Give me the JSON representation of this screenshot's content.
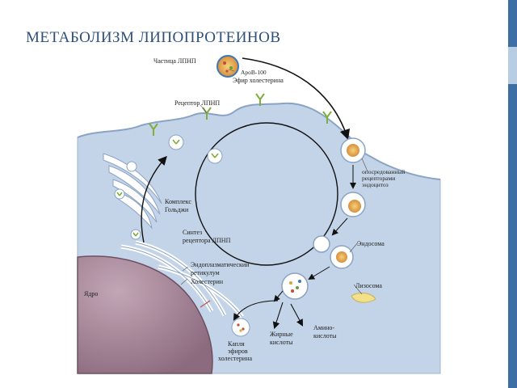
{
  "slide": {
    "title": "МЕТАБОЛИЗМ ЛИПОПРОТЕИНОВ"
  },
  "labels": {
    "ldl_particle": "Частица ЛПНП",
    "apob100": "ApoB-100",
    "cholesterol_ester": "Эфир холестерина",
    "ldl_receptor": "Рецептор ЛПНП",
    "endocytosis_1": "опосредованный",
    "endocytosis_2": "рецепторами",
    "endocytosis_3": "эндоцитоз",
    "golgi_1": "Комплекс",
    "golgi_2": "Гольджи",
    "synthesis_1": "Синтез",
    "synthesis_2": "рецептора ЛПНП",
    "endosome": "Эндосома",
    "er_1": "Эндоплазматический",
    "er_2": "ретикулум",
    "cholesterol": "Холестерин",
    "lysosome": "Лизосома",
    "nucleus": "Ядро",
    "amino_1": "Амино-",
    "amino_2": "кислоты",
    "fatty_1": "Жирные",
    "fatty_2": "кислоты",
    "droplet_1": "Капля",
    "droplet_2": "эфиров",
    "droplet_3": "холестерина"
  },
  "colors": {
    "cytoplasm": "#c3d4e8",
    "nucleus": "#a8899b",
    "receptor": "#7fae3c",
    "title": "#2e4f79",
    "lysosome": "#f2e08a"
  }
}
